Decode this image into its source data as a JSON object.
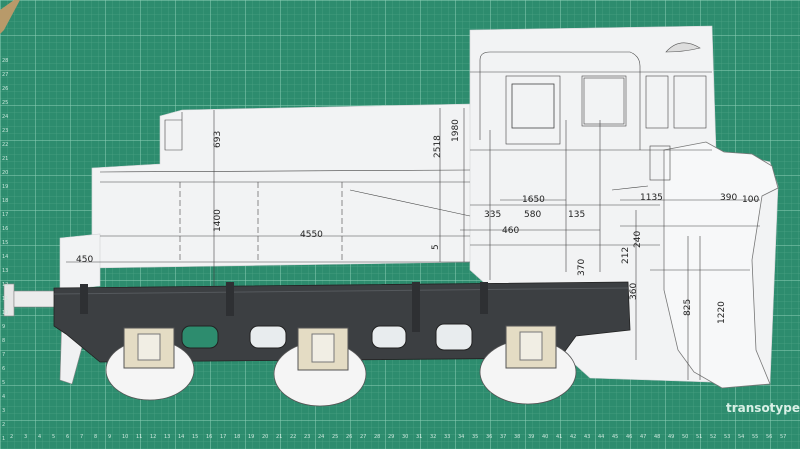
{
  "mat": {
    "brand": "transotype®",
    "bottom_ticks": [
      "2",
      "3",
      "4",
      "5",
      "6",
      "7",
      "8",
      "9",
      "10",
      "11",
      "12",
      "13",
      "14",
      "15",
      "16",
      "17",
      "18",
      "19",
      "20",
      "21",
      "22",
      "23",
      "24",
      "25",
      "26",
      "27",
      "28",
      "29",
      "30",
      "31",
      "32",
      "33",
      "34",
      "35",
      "36",
      "37",
      "38",
      "39",
      "40",
      "41",
      "42",
      "43",
      "44",
      "45",
      "46",
      "47",
      "48",
      "49",
      "50",
      "51",
      "52",
      "53",
      "54",
      "55",
      "56",
      "57"
    ],
    "left_ticks": [
      "28",
      "27",
      "26",
      "25",
      "24",
      "23",
      "22",
      "21",
      "20",
      "19",
      "18",
      "17",
      "16",
      "15",
      "14",
      "13",
      "12",
      "11",
      "10",
      "9",
      "8",
      "7",
      "6",
      "5",
      "4",
      "3",
      "2",
      "1"
    ]
  },
  "drawing": {
    "dimensions": {
      "d450": "450",
      "d4550": "4550",
      "d1400": "1400",
      "d693": "693",
      "d2518": "2518",
      "d1980": "1980",
      "d1650": "1650",
      "d580": "580",
      "d335": "335",
      "d135": "135",
      "d460": "460",
      "d370": "370",
      "d1135": "1135",
      "d390": "390",
      "d100": "100",
      "d240": "240",
      "d212": "212",
      "d360": "360",
      "d825": "825",
      "d1220": "1220",
      "d5": "5"
    }
  },
  "colors": {
    "mat": "#2d8c6e",
    "grid": "#6ab69b",
    "paper": "#f2f3f4",
    "frame": "#3c3f42",
    "wheel": "#f5f5f5"
  }
}
